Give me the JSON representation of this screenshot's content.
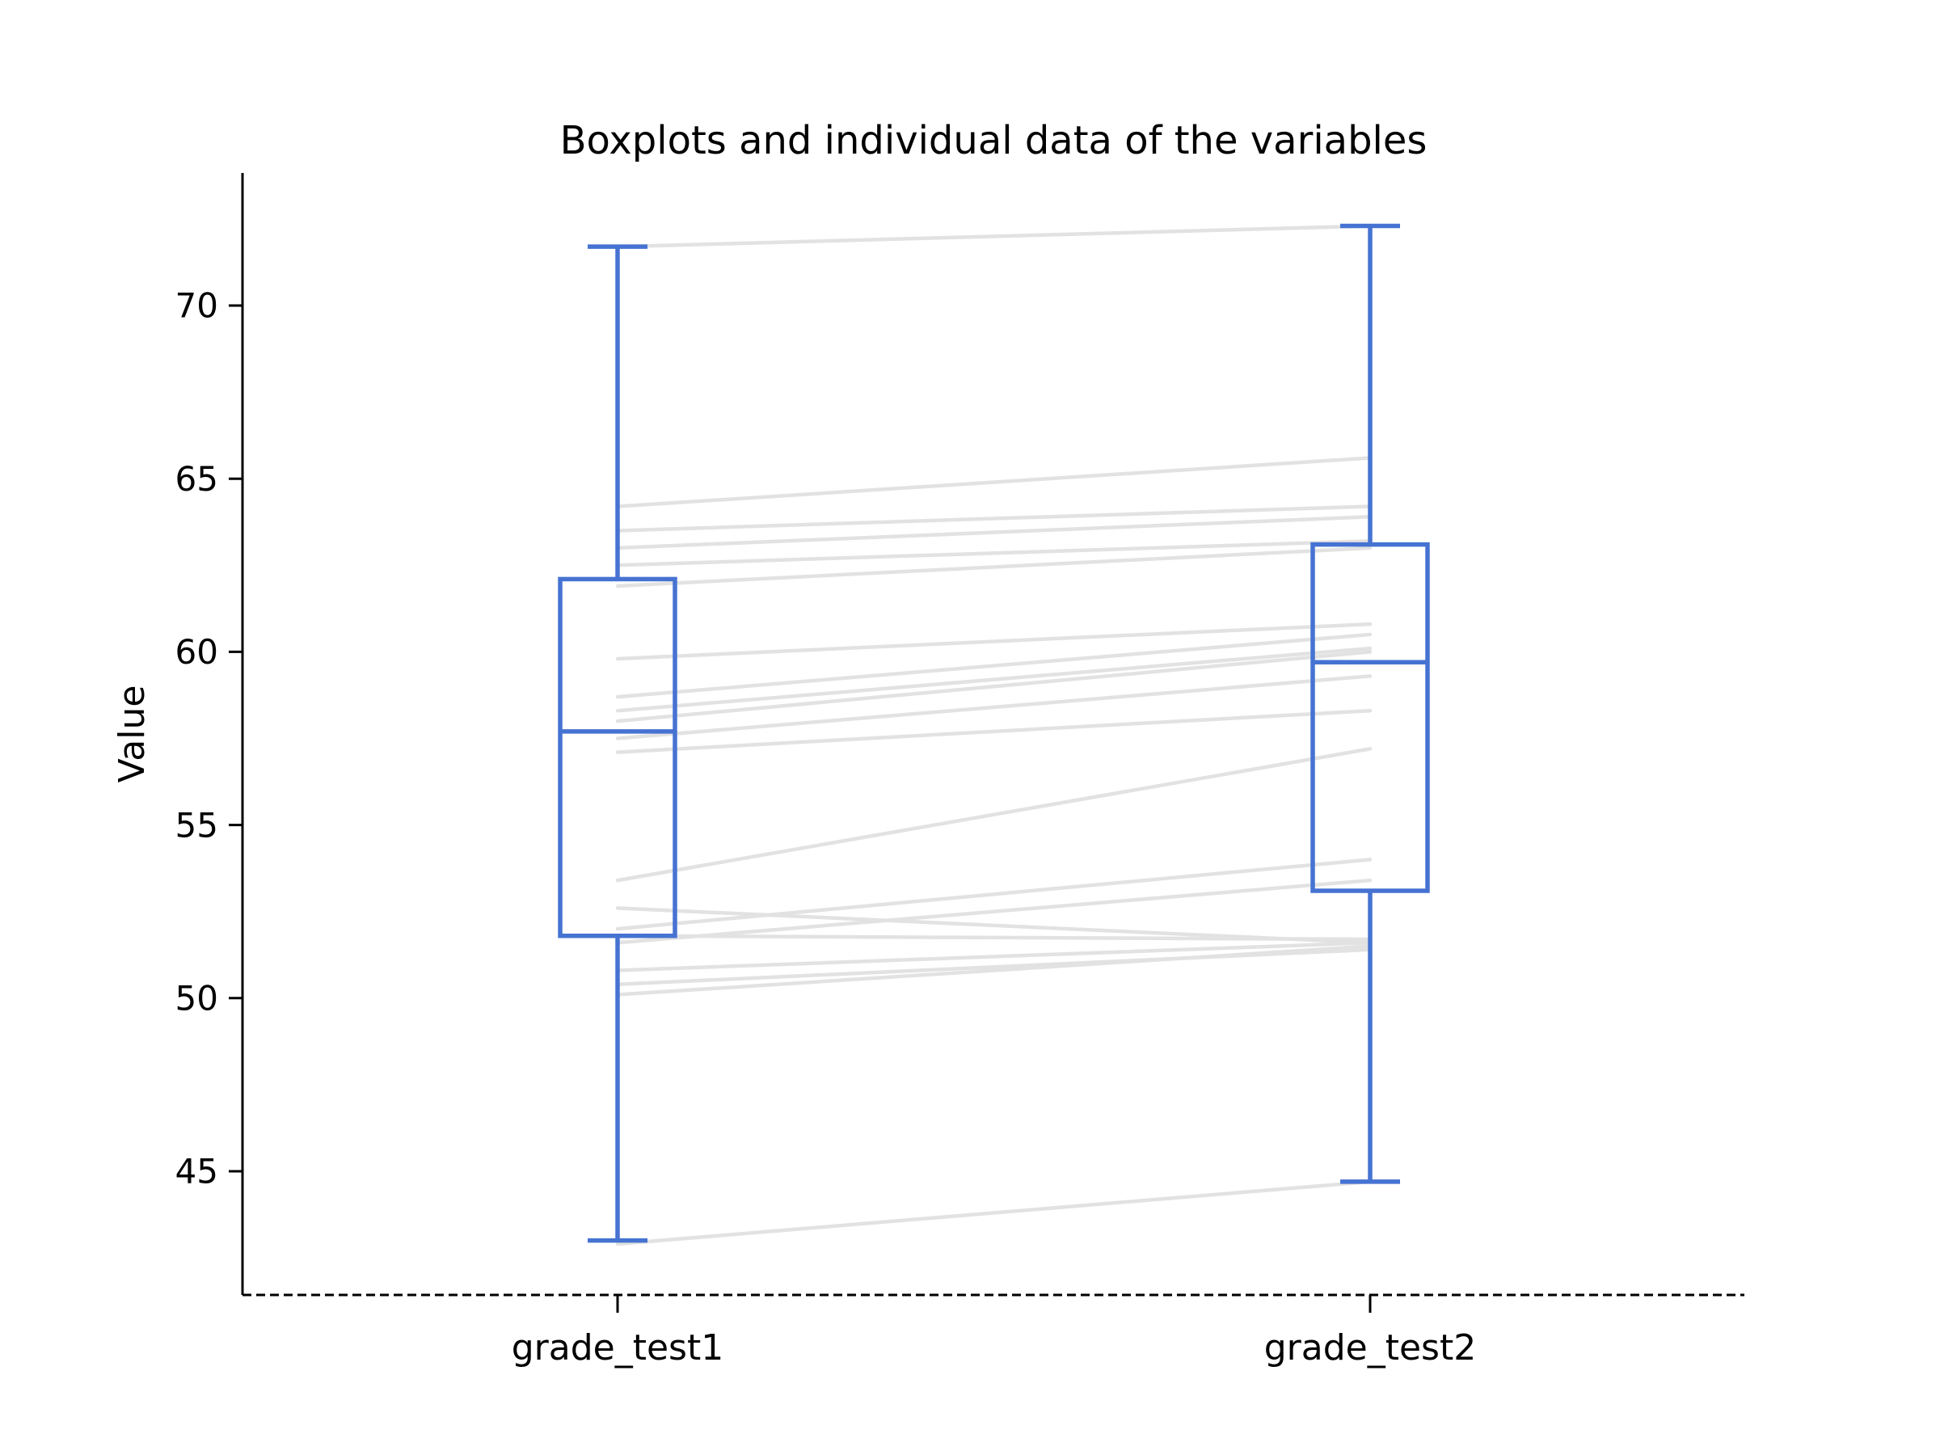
{
  "chart_data": {
    "type": "paired-boxplot",
    "title": "Boxplots and individual data of the variables",
    "ylabel": "Value",
    "xlabel": "",
    "categories": [
      "grade_test1",
      "grade_test2"
    ],
    "yticks": [
      45,
      50,
      55,
      60,
      65,
      70
    ],
    "ylim": [
      41.4,
      73.8
    ],
    "grid": false,
    "legend": "none",
    "boxes": [
      {
        "category": "grade_test1",
        "whisker_low": 43.0,
        "q1": 51.8,
        "median": 57.7,
        "q3": 62.1,
        "whisker_high": 71.7
      },
      {
        "category": "grade_test2",
        "whisker_low": 44.7,
        "q1": 53.1,
        "median": 59.7,
        "q3": 63.1,
        "whisker_high": 72.3
      }
    ],
    "pairs": [
      [
        71.7,
        72.3
      ],
      [
        64.2,
        65.6
      ],
      [
        63.5,
        64.2
      ],
      [
        63.0,
        63.9
      ],
      [
        62.5,
        63.2
      ],
      [
        61.9,
        63.0
      ],
      [
        59.8,
        60.8
      ],
      [
        58.7,
        60.5
      ],
      [
        58.3,
        60.1
      ],
      [
        58.0,
        60.0
      ],
      [
        57.5,
        59.3
      ],
      [
        57.1,
        58.3
      ],
      [
        53.4,
        57.2
      ],
      [
        52.6,
        51.6
      ],
      [
        52.0,
        54.0
      ],
      [
        51.6,
        53.4
      ],
      [
        51.8,
        51.7
      ],
      [
        50.8,
        51.6
      ],
      [
        50.4,
        51.4
      ],
      [
        50.1,
        51.5
      ],
      [
        42.9,
        44.7
      ]
    ],
    "colors": {
      "box": "#4673d2",
      "pair_line": "#e2e2e2",
      "axis": "#000000",
      "background": "#ffffff"
    },
    "styles": {
      "x_axis_line": "dashed",
      "y_axis_line": "solid"
    }
  }
}
